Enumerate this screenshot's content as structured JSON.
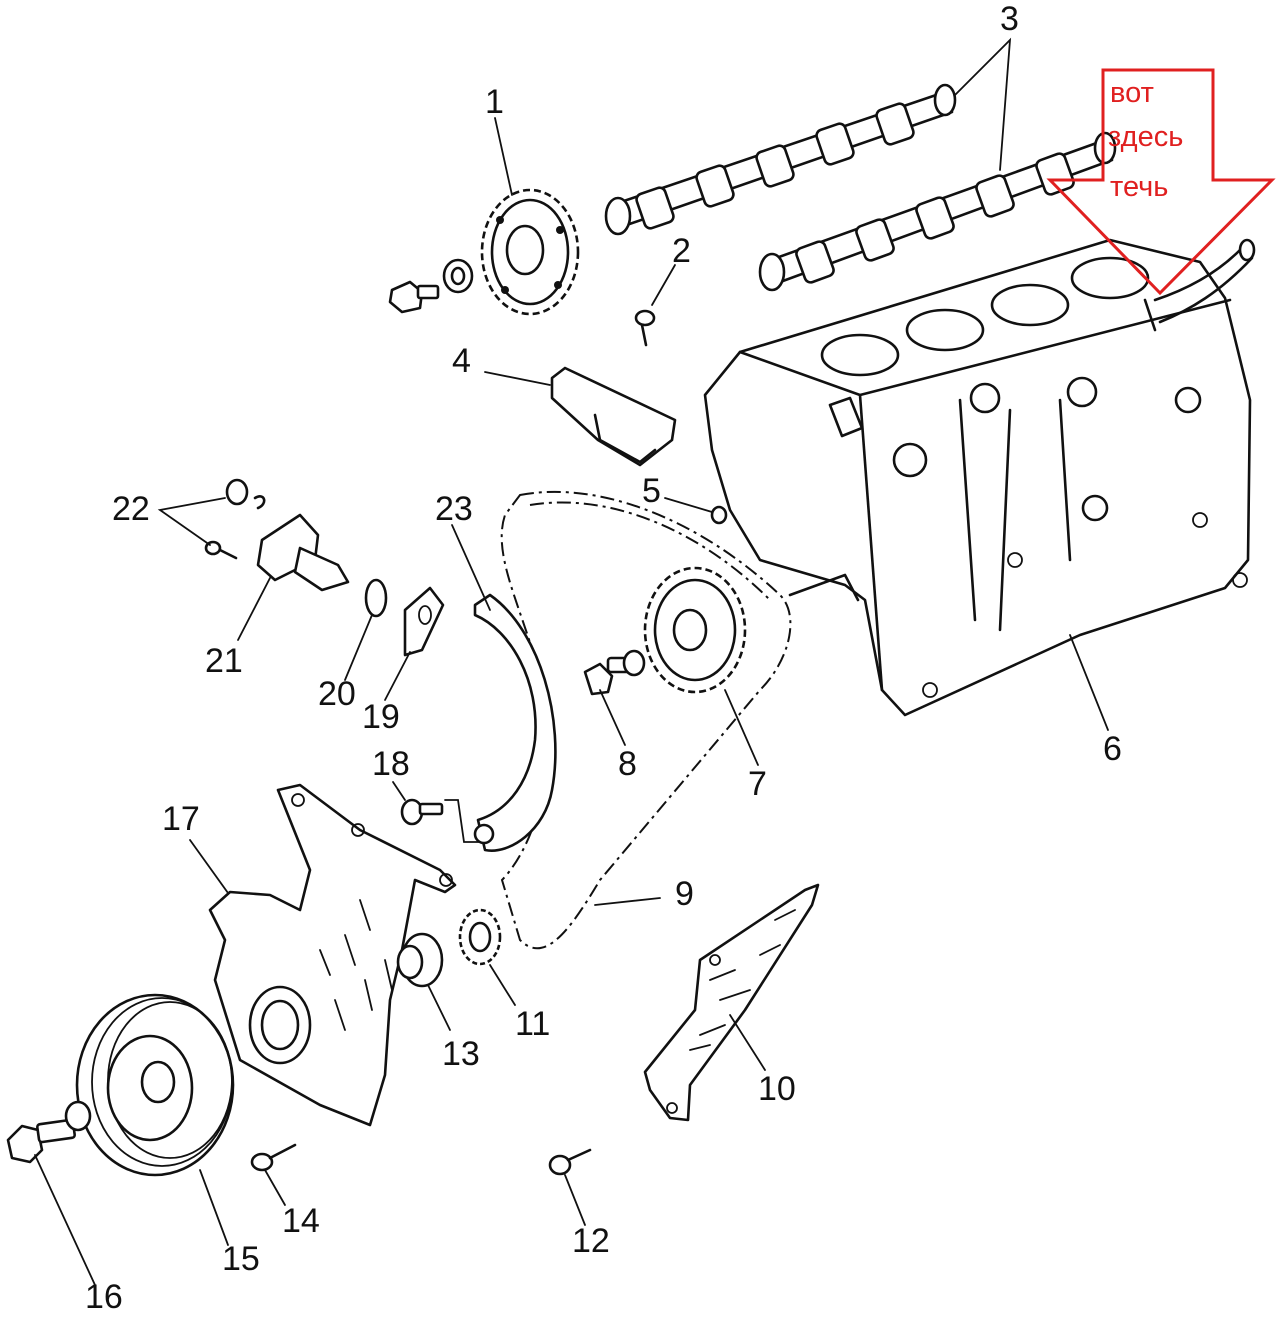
{
  "callout": {
    "lines": [
      "вот",
      "здесь",
      "течь"
    ],
    "color": "#e02020"
  },
  "labels": {
    "p1": "1",
    "p2": "2",
    "p3": "3",
    "p4": "4",
    "p5": "5",
    "p6": "6",
    "p7": "7",
    "p8": "8",
    "p9": "9",
    "p10": "10",
    "p11": "11",
    "p12": "12",
    "p13": "13",
    "p14": "14",
    "p15": "15",
    "p16": "16",
    "p17": "17",
    "p18": "18",
    "p19": "19",
    "p20": "20",
    "p21": "21",
    "p22": "22",
    "p23": "23"
  }
}
